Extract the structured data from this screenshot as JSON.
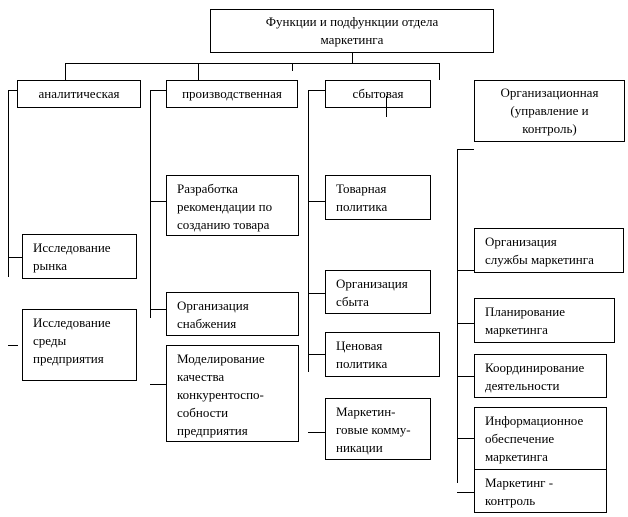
{
  "title": "Функции и подфункции отдела\nмаркетинга",
  "categories": {
    "analytical": {
      "label": "аналитическая",
      "items": [
        "Исследование\nрынка",
        "Исследование\nсреды\nпредприятия"
      ]
    },
    "production": {
      "label": "производственная",
      "items": [
        "Разработка\nрекомендации по\nсозданию товара",
        "Организация\nснабжения",
        "Моделирование\nкачества\nконкурентоспо-\nсобности\nпредприятия"
      ]
    },
    "sales": {
      "label": "сбытовая",
      "items": [
        "Товарная\nполитика",
        "Организация\nсбыта",
        "Ценовая\nполитика",
        "Маркетин-\nговые комму-\nникации"
      ]
    },
    "organizational": {
      "label": "Организационная\n(управление и\nконтроль)",
      "items": [
        "Организация\nслужбы маркетинга",
        "Планирование\nмаркетинга",
        "Координирование\nдеятельности",
        "Информационное\nобеспечение\nмаркетинга",
        "Маркетинг -\nконтроль"
      ]
    }
  }
}
